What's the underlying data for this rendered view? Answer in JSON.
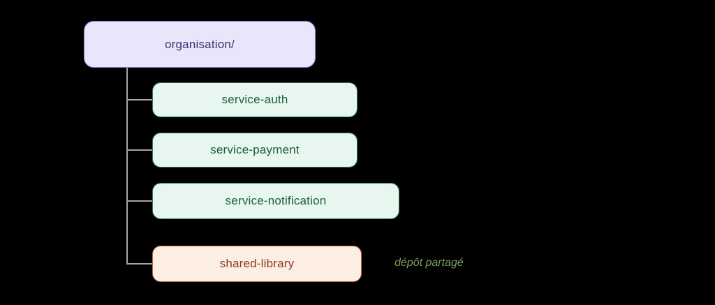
{
  "diagram": {
    "root": {
      "label": "organisation/"
    },
    "children": [
      {
        "label": "service-auth"
      },
      {
        "label": "service-payment"
      },
      {
        "label": "service-notification"
      },
      {
        "label": "shared-library"
      }
    ],
    "annotation": "dépôt partagé",
    "colors": {
      "root_fill": "#e9e6fb",
      "root_border": "#8f7ad8",
      "root_text": "#3d3473",
      "service_fill": "#e7f6ee",
      "service_border": "#2f7d5a",
      "service_text": "#1b5e44",
      "shared_fill": "#fdeee4",
      "shared_border": "#c4633a",
      "shared_text": "#8a3a24",
      "line": "#a6a6a6",
      "annotation_text": "#7f9f5f",
      "background": "#000000"
    }
  }
}
